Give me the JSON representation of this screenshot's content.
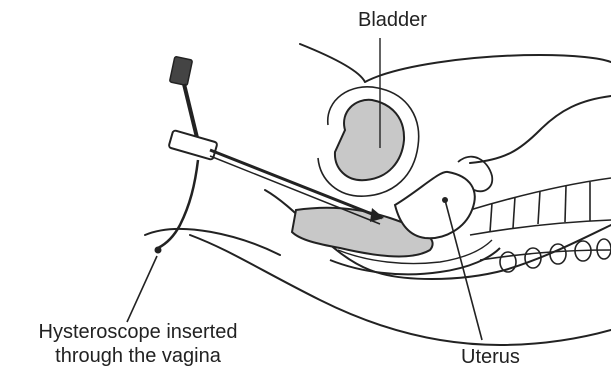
{
  "labels": {
    "bladder": "Bladder",
    "uterus": "Uterus",
    "hysteroscope_line1": "Hysteroscope inserted",
    "hysteroscope_line2": "through the vagina"
  },
  "colors": {
    "ink": "#222222",
    "tissue_fill": "#c8c8c8",
    "background": "#ffffff"
  }
}
